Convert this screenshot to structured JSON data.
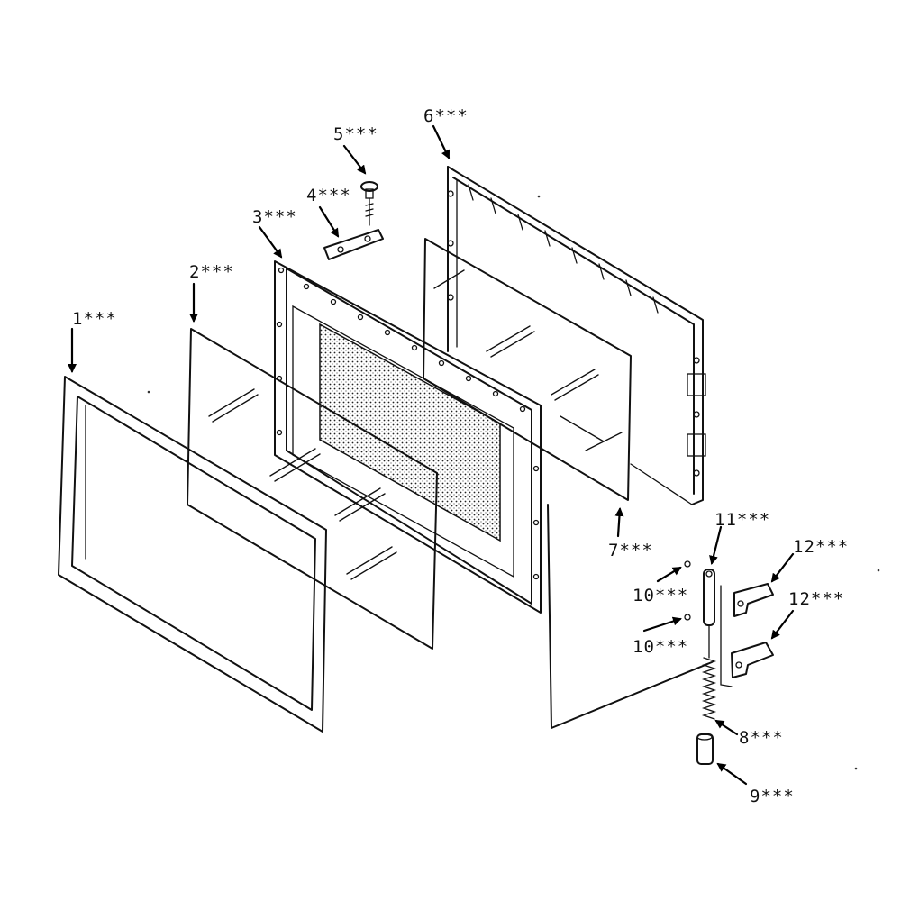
{
  "callouts": [
    {
      "id": "1",
      "label": "1***"
    },
    {
      "id": "2",
      "label": "2***"
    },
    {
      "id": "3",
      "label": "3***"
    },
    {
      "id": "4",
      "label": "4***"
    },
    {
      "id": "5",
      "label": "5***"
    },
    {
      "id": "6",
      "label": "6***"
    },
    {
      "id": "7",
      "label": "7***"
    },
    {
      "id": "8",
      "label": "8***"
    },
    {
      "id": "9",
      "label": "9***"
    },
    {
      "id": "10a",
      "label": "10***"
    },
    {
      "id": "10b",
      "label": "10***"
    },
    {
      "id": "11",
      "label": "11***"
    },
    {
      "id": "12a",
      "label": "12***"
    },
    {
      "id": "12b",
      "label": "12***"
    }
  ],
  "colors": {
    "ink": "#111111",
    "background": "#ffffff",
    "screen_dots": "#222222"
  }
}
